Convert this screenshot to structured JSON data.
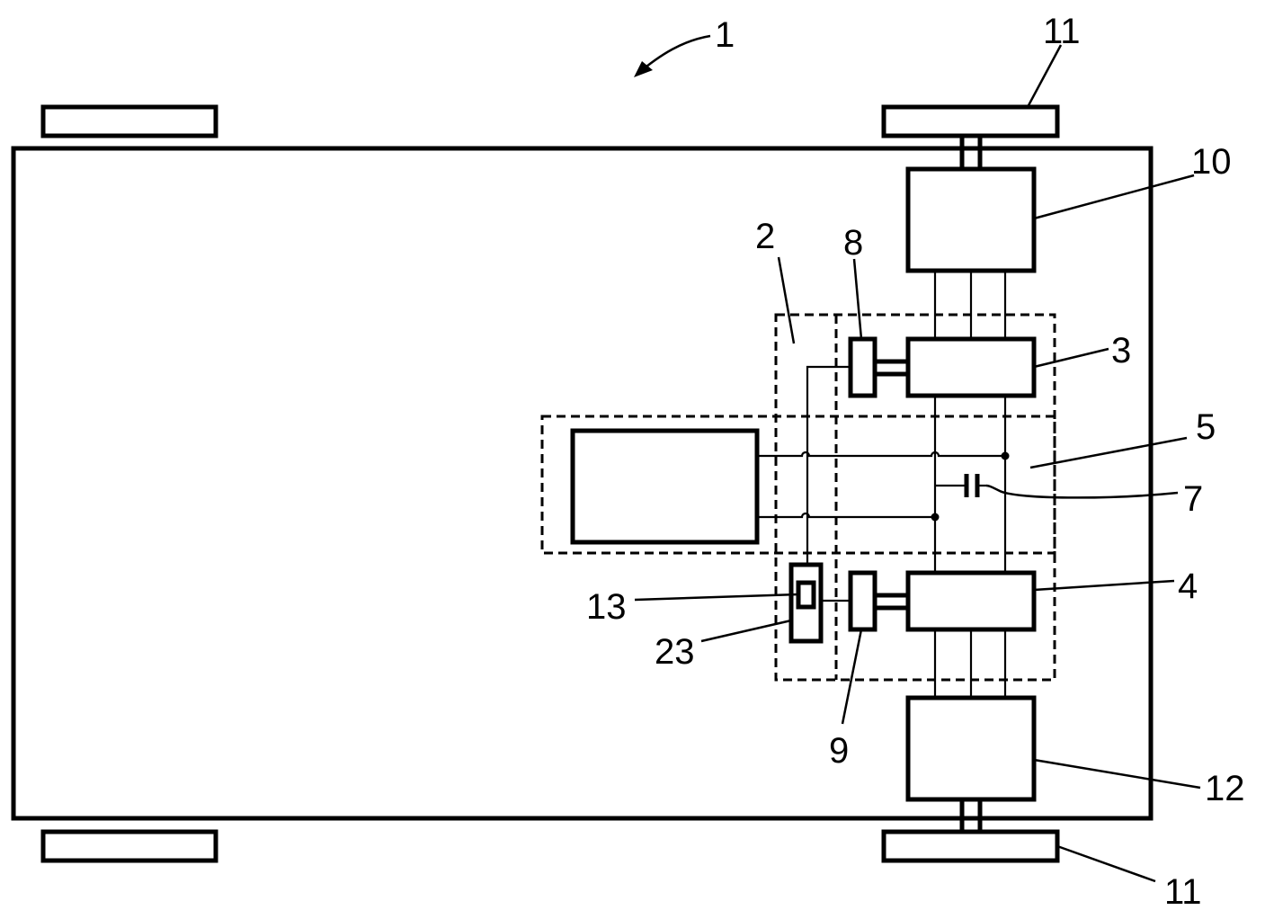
{
  "labels": {
    "vehicle": "1",
    "ref_2": "2",
    "ref_3": "3",
    "ref_4": "4",
    "ref_5": "5",
    "ref_7": "7",
    "ref_8": "8",
    "ref_9": "9",
    "ref_10": "10",
    "ref_11_top": "11",
    "ref_11_bottom": "11",
    "ref_12": "12",
    "ref_13": "13",
    "ref_23": "23"
  }
}
